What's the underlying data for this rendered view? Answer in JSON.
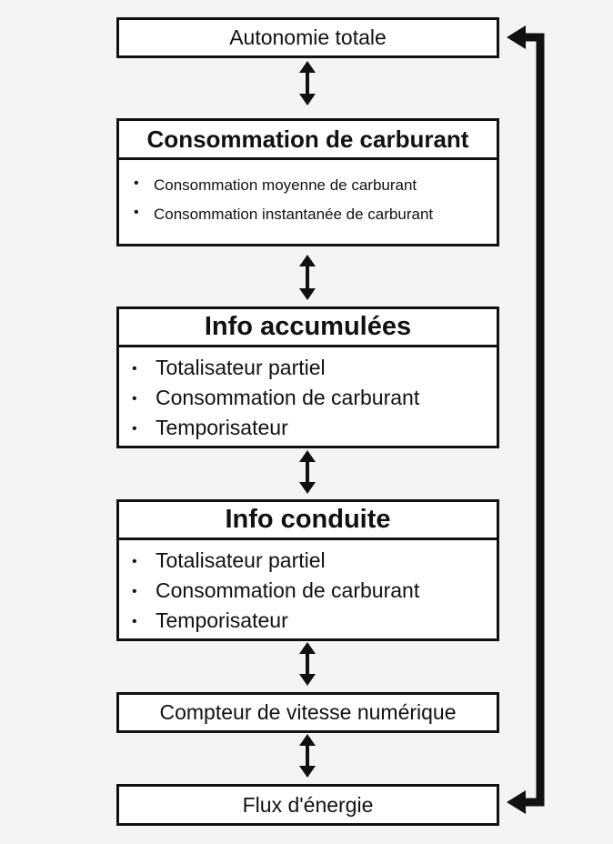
{
  "range_box": {
    "label": "Autonomie totale"
  },
  "fuel_box": {
    "title": "Consommation de carburant",
    "items": [
      "Consommation moyenne de carburant",
      "Consommation instantanée de carburant"
    ]
  },
  "accumulated_box": {
    "title": "Info accumulées",
    "items": [
      "Totalisateur partiel",
      "Consommation de carburant",
      "Temporisateur"
    ]
  },
  "driving_box": {
    "title": "Info conduite",
    "items": [
      "Totalisateur partiel",
      "Consommation de carburant",
      "Temporisateur"
    ]
  },
  "speedometer_box": {
    "label": "Compteur de vitesse numérique"
  },
  "energy_box": {
    "label": "Flux d'énergie"
  },
  "bullet": "•"
}
